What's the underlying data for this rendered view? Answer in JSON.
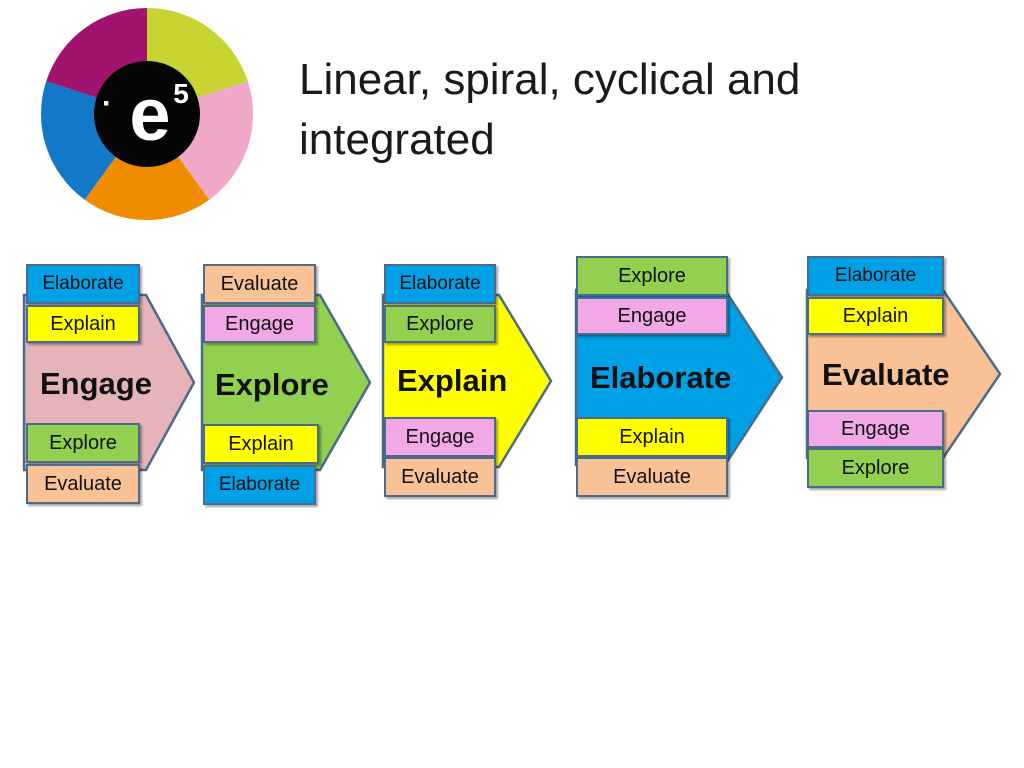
{
  "title": "Linear, spiral, cyclical and integrated",
  "logo": {
    "letter": "e",
    "superscript": "5",
    "dot": "·",
    "segment_colors": [
      "#c8d432",
      "#f0a8c8",
      "#f08c00",
      "#1478c8",
      "#a0146e"
    ]
  },
  "colors": {
    "engage": "#f2a8e6",
    "explore": "#92d050",
    "explain": "#ffff00",
    "elaborate": "#00a0e6",
    "evaluate": "#f8c296",
    "engage_arrow": "#e4b4b8"
  },
  "sequences": [
    {
      "main": "Engage",
      "top": [
        "Elaborate",
        "Explain"
      ],
      "bottom": [
        "Explore",
        "Evaluate"
      ]
    },
    {
      "main": "Explore",
      "top": [
        "Evaluate",
        "Engage"
      ],
      "bottom": [
        "Explain",
        "Elaborate"
      ]
    },
    {
      "main": "Explain",
      "top": [
        "Elaborate",
        "Explore"
      ],
      "bottom": [
        "Engage",
        "Evaluate"
      ]
    },
    {
      "main": "Elaborate",
      "top": [
        "Explore",
        "Engage"
      ],
      "bottom": [
        "Explain",
        "Evaluate"
      ]
    },
    {
      "main": "Evaluate",
      "top": [
        "Elaborate",
        "Explain"
      ],
      "bottom": [
        "Engage",
        "Explore"
      ]
    }
  ]
}
